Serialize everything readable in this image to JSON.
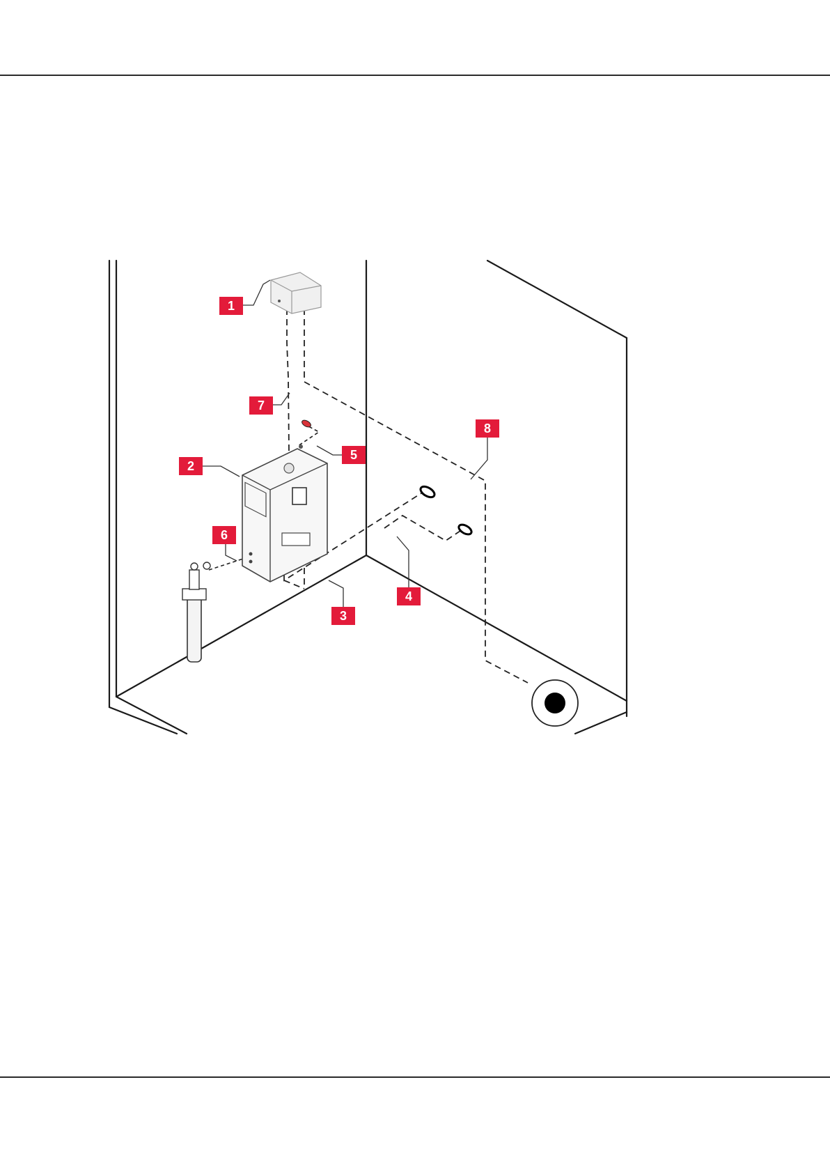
{
  "figure": {
    "tags": [
      {
        "id": "tag-1",
        "label": "1"
      },
      {
        "id": "tag-2",
        "label": "2"
      },
      {
        "id": "tag-3",
        "label": "3"
      },
      {
        "id": "tag-4",
        "label": "4"
      },
      {
        "id": "tag-5",
        "label": "5"
      },
      {
        "id": "tag-6",
        "label": "6"
      },
      {
        "id": "tag-7",
        "label": "7"
      },
      {
        "id": "tag-8",
        "label": "8"
      }
    ],
    "colors": {
      "tag_fill": "#e31b3a",
      "tag_text": "#ffffff",
      "line": "#1a1a1a"
    }
  }
}
